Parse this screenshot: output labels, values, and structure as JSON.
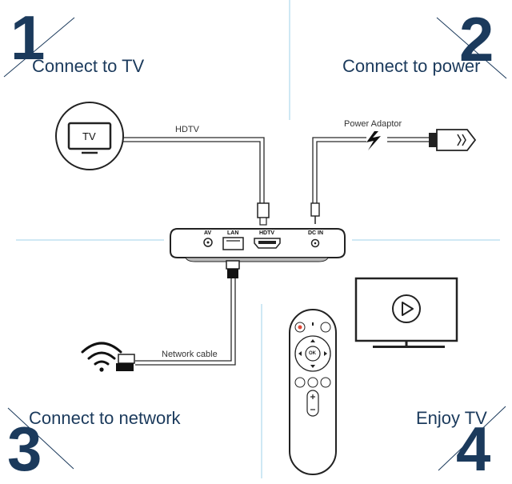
{
  "theme": {
    "navy": "#1b3a5c",
    "stroke": "#2a2a2a",
    "divider": "#9fd1e8",
    "text_steps": "#1b3a5c",
    "text_labels": "#333333",
    "record_red": "#e04a3a"
  },
  "steps": [
    {
      "number": "1",
      "label": "Connect to TV"
    },
    {
      "number": "2",
      "label": "Connect to power"
    },
    {
      "number": "3",
      "label": "Connect to network"
    },
    {
      "number": "4",
      "label": "Enjoy TV"
    }
  ],
  "cables": {
    "hdtv": "HDTV",
    "power_adaptor": "Power Adaptor",
    "network_cable": "Network cable"
  },
  "tv_icon": {
    "label": "TV"
  },
  "box_ports": {
    "av": "AV",
    "lan": "LAN",
    "hdtv": "HDTV",
    "dc_in": "DC IN"
  },
  "remote": {
    "ok_label": "OK"
  },
  "icons": [
    "tv-icon",
    "wifi-icon",
    "play-icon",
    "lightning-icon",
    "hdmi-plug-icon",
    "power-plug-icon",
    "ethernet-plug-icon",
    "remote-control",
    "monitor-icon"
  ]
}
